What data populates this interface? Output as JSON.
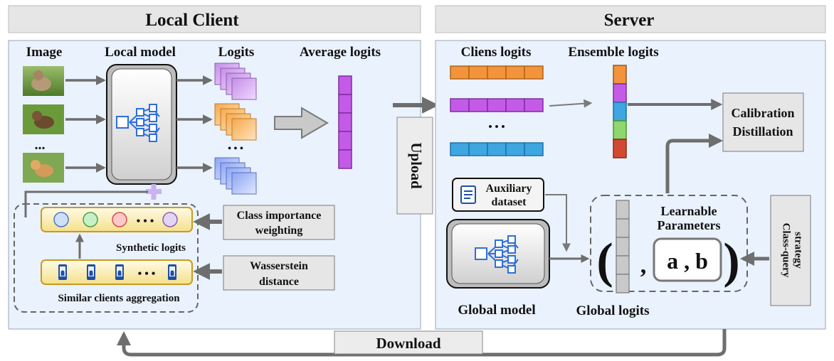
{
  "left_panel": {
    "title": "Local  Client",
    "col_image": "Image",
    "col_local_model": "Local model",
    "col_logits": "Logits",
    "col_average_logits": "Average logits",
    "dots": "...",
    "logits_dots": "• • •",
    "synthetic_logits": "Synthetic logits",
    "similar_clients_aggregation": "Similar clients aggregation",
    "class_importance_line1": "Class importance",
    "class_importance_line2": "weighting",
    "wasserstein_line1": "Wasserstein",
    "wasserstein_line2": "distance",
    "row_dots": "• • •"
  },
  "upload_label": "Upload",
  "download_label": "Download",
  "right_panel": {
    "title": "Server",
    "clients_logits": "Cliens logits",
    "ensemble_logits": "Ensemble logits",
    "client_dots": "• • •",
    "calibration_line1": "Calibration",
    "calibration_line2": "Distillation",
    "auxiliary_line1": "Auxiliary",
    "auxiliary_line2": "dataset",
    "learnable_line1": "Learnable",
    "learnable_line2": "Parameters",
    "paren_open": "(",
    "paren_close": ")",
    "comma": ",",
    "params": "a , b",
    "class_query_line1": "Class-query",
    "class_query_line2": "strategy",
    "global_model": "Global model",
    "global_logits": "Global logits"
  },
  "colors": {
    "panel_bg": "#eaf2fd",
    "panel_border": "#9aa6b5",
    "header_bg": "#e6e6e6",
    "arrow": "#6e6e6e",
    "purple": "#c45be6",
    "purple_dark": "#7b2fa0",
    "orange": "#f3933c",
    "blue": "#3ea6e0",
    "network_blue": "#2d6fdc"
  }
}
